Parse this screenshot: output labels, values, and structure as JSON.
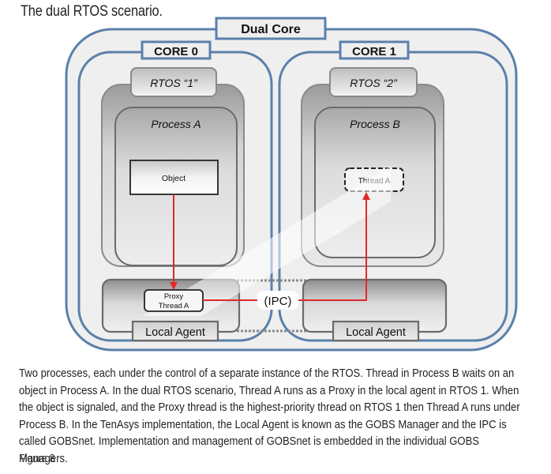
{
  "title": "The dual RTOS scenario.",
  "diagram": {
    "outer": {
      "label": "Dual Core"
    },
    "cores": [
      {
        "label": "CORE 0",
        "rtos": "RTOS “1”",
        "process": "Process A",
        "item": "Object",
        "item_style": "solid",
        "proxy": [
          "Proxy",
          "Thread A"
        ],
        "agent": "Local Agent"
      },
      {
        "label": "CORE 1",
        "rtos": "RTOS “2”",
        "process": "Process B",
        "item": "Thread A",
        "item_style": "dashed",
        "agent": "Local Agent"
      }
    ],
    "ipc_label": "(IPC)",
    "colors": {
      "core_border": "#5a80ab",
      "arrow": "#e0282a",
      "box_border": "#6b6b6b",
      "panel_bg": "#f0f0f0"
    }
  },
  "caption": "Two processes, each under the control of a separate instance of the RTOS. Thread in Process B waits on an object in Process A. In the dual RTOS scenario, Thread A runs as a Proxy in the local agent in RTOS 1. When the object is signaled, and the Proxy thread is the highest-priority thread on RTOS 1 then Thread A runs under Process B. In the TenAsys implementation, the Local Agent is known as the GOBS Manager and the IPC is called GOBSnet. Implementation and management of GOBSnet is embedded in the individual GOBS Managers.",
  "figure_label": "Figure 8"
}
